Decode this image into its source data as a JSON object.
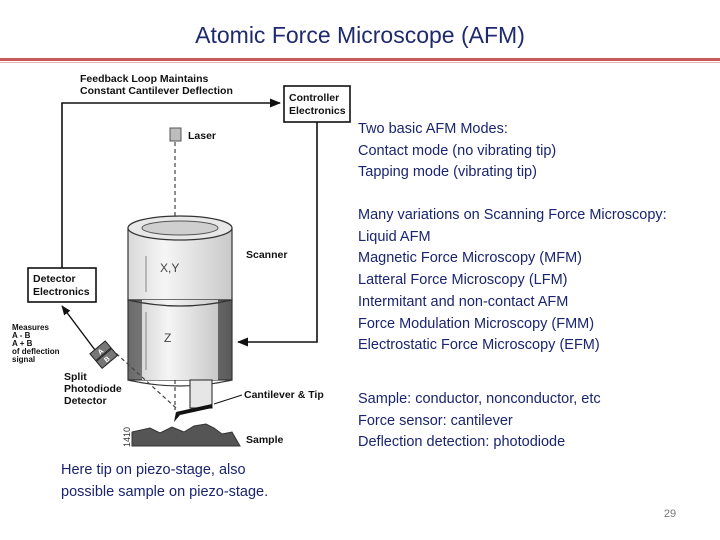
{
  "slide": {
    "title": "Atomic Force Microscope (AFM)",
    "page_number": "29"
  },
  "diagram": {
    "feedback_label": [
      "Feedback Loop Maintains",
      "Constant Cantilever Deflection"
    ],
    "controller_label": [
      "Controller",
      "Electronics"
    ],
    "laser_label": "Laser",
    "scanner_label": "Scanner",
    "detector_label": [
      "Detector",
      "Electronics"
    ],
    "measures_label": [
      "Measures",
      "A - B",
      "A + B",
      "of deflection",
      "signal"
    ],
    "photodiode_label": [
      "Split",
      "Photodiode",
      "Detector"
    ],
    "cantilever_label": "Cantilever & Tip",
    "sample_label": "Sample",
    "xy_label": "X,Y",
    "z_label": "Z",
    "quadrant_a": "A",
    "quadrant_b": "B",
    "figure_code": "1410"
  },
  "text": {
    "modes": [
      "Two basic AFM Modes:",
      "Contact mode (no vibrating tip)",
      "Tapping mode (vibrating tip)"
    ],
    "variations": [
      "Many variations on Scanning Force Microscopy:",
      "Liquid AFM",
      "Magnetic Force Microscopy (MFM)",
      "Latteral Force Microscopy (LFM)",
      "Intermitant and non-contact AFM",
      "Force Modulation Microscopy (FMM)",
      "Electrostatic Force Microscopy (EFM)"
    ],
    "properties": [
      "Sample: conductor, nonconductor, etc",
      "Force sensor: cantilever",
      "Deflection detection: photodiode"
    ],
    "note": [
      "Here tip on piezo-stage, also",
      "possible sample on piezo-stage."
    ]
  }
}
